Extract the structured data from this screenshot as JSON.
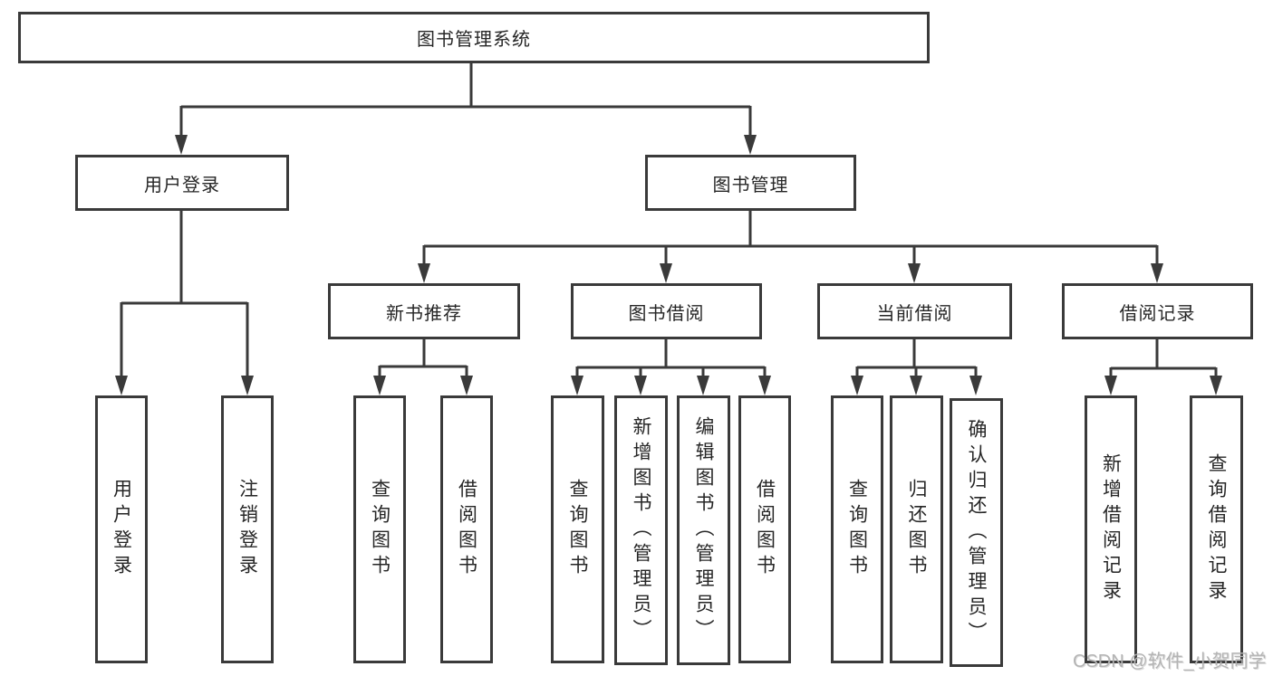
{
  "diagram": {
    "root": {
      "label": "图书管理系统"
    },
    "level2": [
      {
        "label": "用户登录"
      },
      {
        "label": "图书管理"
      }
    ],
    "level3": [
      {
        "label": "新书推荐"
      },
      {
        "label": "图书借阅"
      },
      {
        "label": "当前借阅"
      },
      {
        "label": "借阅记录"
      }
    ],
    "leaves": [
      {
        "label": "用户登录"
      },
      {
        "label": "注销登录"
      },
      {
        "label": "查询图书"
      },
      {
        "label": "借阅图书"
      },
      {
        "label": "查询图书"
      },
      {
        "label": "新增图书（管理员）"
      },
      {
        "label": "编辑图书（管理员）"
      },
      {
        "label": "借阅图书"
      },
      {
        "label": "查询图书"
      },
      {
        "label": "归还图书"
      },
      {
        "label": "确认归还（管理员）"
      },
      {
        "label": "新增借阅记录"
      },
      {
        "label": "查询借阅记录"
      }
    ]
  },
  "watermark": {
    "text": "CSDN @软件_小贺同学"
  },
  "colors": {
    "line": "#3a3a3a",
    "box_border": "#3a3a3a",
    "text": "#262626",
    "watermark": "#b4b4b4",
    "background": "#ffffff"
  }
}
